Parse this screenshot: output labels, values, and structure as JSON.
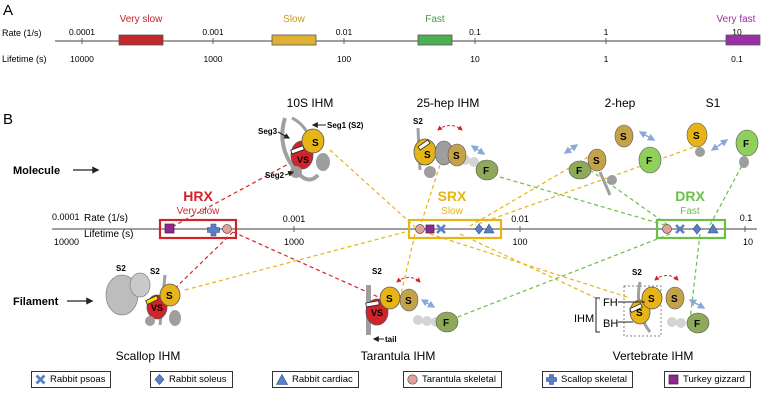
{
  "panel_a": {
    "label": "A",
    "rate_label": "Rate (1/s)",
    "lifetime_label": "Lifetime (s)",
    "rate_ticks": [
      "0.0001",
      "0.001",
      "0.01",
      "0.1",
      "1",
      "10"
    ],
    "lifetime_ticks": [
      "10000",
      "1000",
      "100",
      "10",
      "1",
      "0.1"
    ],
    "categories": [
      {
        "label": "Very slow",
        "color": "#c1272d"
      },
      {
        "label": "Slow",
        "color": "#c9962a"
      },
      {
        "label": "Fast",
        "color": "#4caf50"
      },
      {
        "label": "Very fast",
        "color": "#9b2fa6"
      }
    ]
  },
  "panel_b": {
    "label": "B",
    "molecule_label": "Molecule",
    "filament_label": "Filament",
    "top_titles": [
      "10S IHM",
      "25-hep IHM",
      "2-hep",
      "S1"
    ],
    "bottom_titles": [
      "Scallop IHM",
      "Tarantula IHM",
      "Vertebrate IHM"
    ],
    "rate_label": "Rate (1/s)",
    "lifetime_label": "Lifetime (s)",
    "rate_ticks": [
      "0.0001",
      "0.001",
      "0.01",
      "0.1"
    ],
    "lifetime_ticks": [
      "10000",
      "1000",
      "100",
      "10"
    ],
    "states": [
      {
        "abbr": "HRX",
        "desc": "Very slow",
        "color": "#d2232a"
      },
      {
        "abbr": "SRX",
        "desc": "Slow",
        "color": "#e6b416"
      },
      {
        "abbr": "DRX",
        "desc": "Fast",
        "color": "#6abf45"
      }
    ],
    "annotations": {
      "seg1": "Seg1 (S2)",
      "seg2": "Seg2",
      "seg3": "Seg3",
      "s2": "S2",
      "tail": "tail",
      "ihm": "IHM",
      "fh": "FH",
      "bh": "BH",
      "s": "S",
      "f": "F",
      "vs": "VS"
    }
  },
  "legend": [
    {
      "label": "Rabbit psoas",
      "icon": "x-mark-icon"
    },
    {
      "label": "Rabbit soleus",
      "icon": "diamond-icon"
    },
    {
      "label": "Rabbit cardiac",
      "icon": "triangle-icon"
    },
    {
      "label": "Tarantula skeletal",
      "icon": "circle-icon"
    },
    {
      "label": "Scallop skeletal",
      "icon": "plus-icon"
    },
    {
      "label": "Turkey gizzard",
      "icon": "square-icon"
    }
  ],
  "colors": {
    "very_slow": "#c1272d",
    "slow": "#d9a520",
    "fast": "#5cb04a",
    "very_fast": "#8e2f9c",
    "marker_blue": "#5b7fc4",
    "marker_pink": "#e3a09a",
    "marker_purple": "#8e2a8e"
  }
}
